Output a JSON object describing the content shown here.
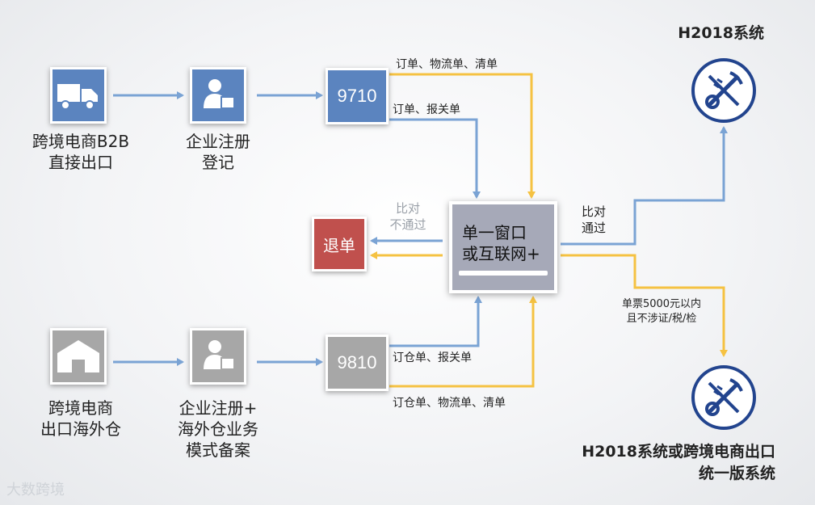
{
  "row1": {
    "source_label": "跨境电商B2B\n直接出口",
    "register_label": "企业注册\n登记",
    "code": "9710",
    "edge_top": "订单、物流单、清单",
    "edge_mid": "订单、报关单"
  },
  "row2": {
    "source_label": "跨境电商\n出口海外仓",
    "register_label": "企业注册+\n海外仓业务\n模式备案",
    "code": "9810",
    "edge_mid": "订仓单、报关单",
    "edge_bottom": "订仓单、物流单、清单"
  },
  "center": {
    "window_label": "单一窗口\n或互联网+"
  },
  "reject": {
    "label": "退单",
    "condition": "比对\n不通过"
  },
  "pass": {
    "condition": "比对\n通过"
  },
  "threshold": {
    "condition": "单票5000元以内\n且不涉证/税/检"
  },
  "systems": {
    "top": "H2018系统",
    "bottom": "H2018系统或跨境电商出口\n统一版系统"
  },
  "watermark": "大数跨境",
  "colors": {
    "blue_flow": "#7aa3d4",
    "yellow_flow": "#f5c242",
    "tile_blue": "#5b84bf",
    "tile_gray": "#a7a7a7",
    "reject_red": "#c0504d",
    "emblem_navy": "#22448e"
  }
}
